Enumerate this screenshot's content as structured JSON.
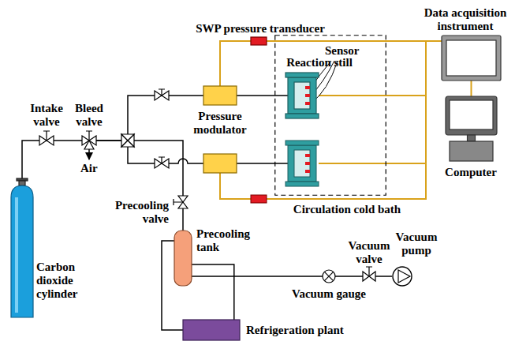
{
  "diagram": {
    "nodes": [
      {
        "text": [
          "SWP pressure transducer"
        ]
      },
      {
        "text": [
          "Data acquisition instrument"
        ]
      },
      {
        "text": [
          "Circulation cold bath"
        ]
      },
      {
        "text": [
          "Reaction still"
        ],
        "in": 2
      },
      {
        "text": [
          "Computer"
        ]
      },
      {
        "text": [
          "Intake valve"
        ]
      },
      {
        "text": [
          "Bleed valve"
        ]
      },
      {
        "text": [
          "Pressure modulator"
        ]
      },
      {
        "text": [
          "Carbon dioxide cylinder"
        ]
      },
      {
        "text": [
          "Precooling valve"
        ]
      },
      {
        "text": [
          "Precooling tank"
        ]
      },
      {
        "text": [
          "Vacuum valve"
        ]
      },
      {
        "text": [
          "Vacuum pump"
        ]
      },
      {
        "text": [
          "Vacuum gauge"
        ]
      },
      {
        "text": [
          "Refrigeration plant"
        ]
      }
    ],
    "edges": [
      {
        "from": 8,
        "to": 5,
        "arrow": "none"
      },
      {
        "from": 5,
        "to": 6,
        "arrow": "none"
      },
      {
        "from": 6,
        "to": 7,
        "arrow": "none"
      },
      {
        "from": 6,
        "to": 9,
        "arrow": "none"
      },
      {
        "from": 7,
        "to": 3,
        "arrow": "none"
      },
      {
        "from": 7,
        "to": 0,
        "arrow": "none"
      },
      {
        "from": 0,
        "to": 1,
        "arrow": "none"
      },
      {
        "from": 1,
        "to": 4,
        "arrow": "none"
      },
      {
        "from": 9,
        "to": 10,
        "arrow": "none"
      },
      {
        "from": 10,
        "to": 13,
        "arrow": "none"
      },
      {
        "from": 13,
        "to": 11,
        "arrow": "none"
      },
      {
        "from": 11,
        "to": 12,
        "arrow": "none"
      },
      {
        "from": 10,
        "to": 14,
        "arrow": "none"
      },
      {
        "from": 14,
        "to": 10,
        "arrow": "none"
      }
    ],
    "labels": [
      "Sensor",
      "Air"
    ]
  }
}
